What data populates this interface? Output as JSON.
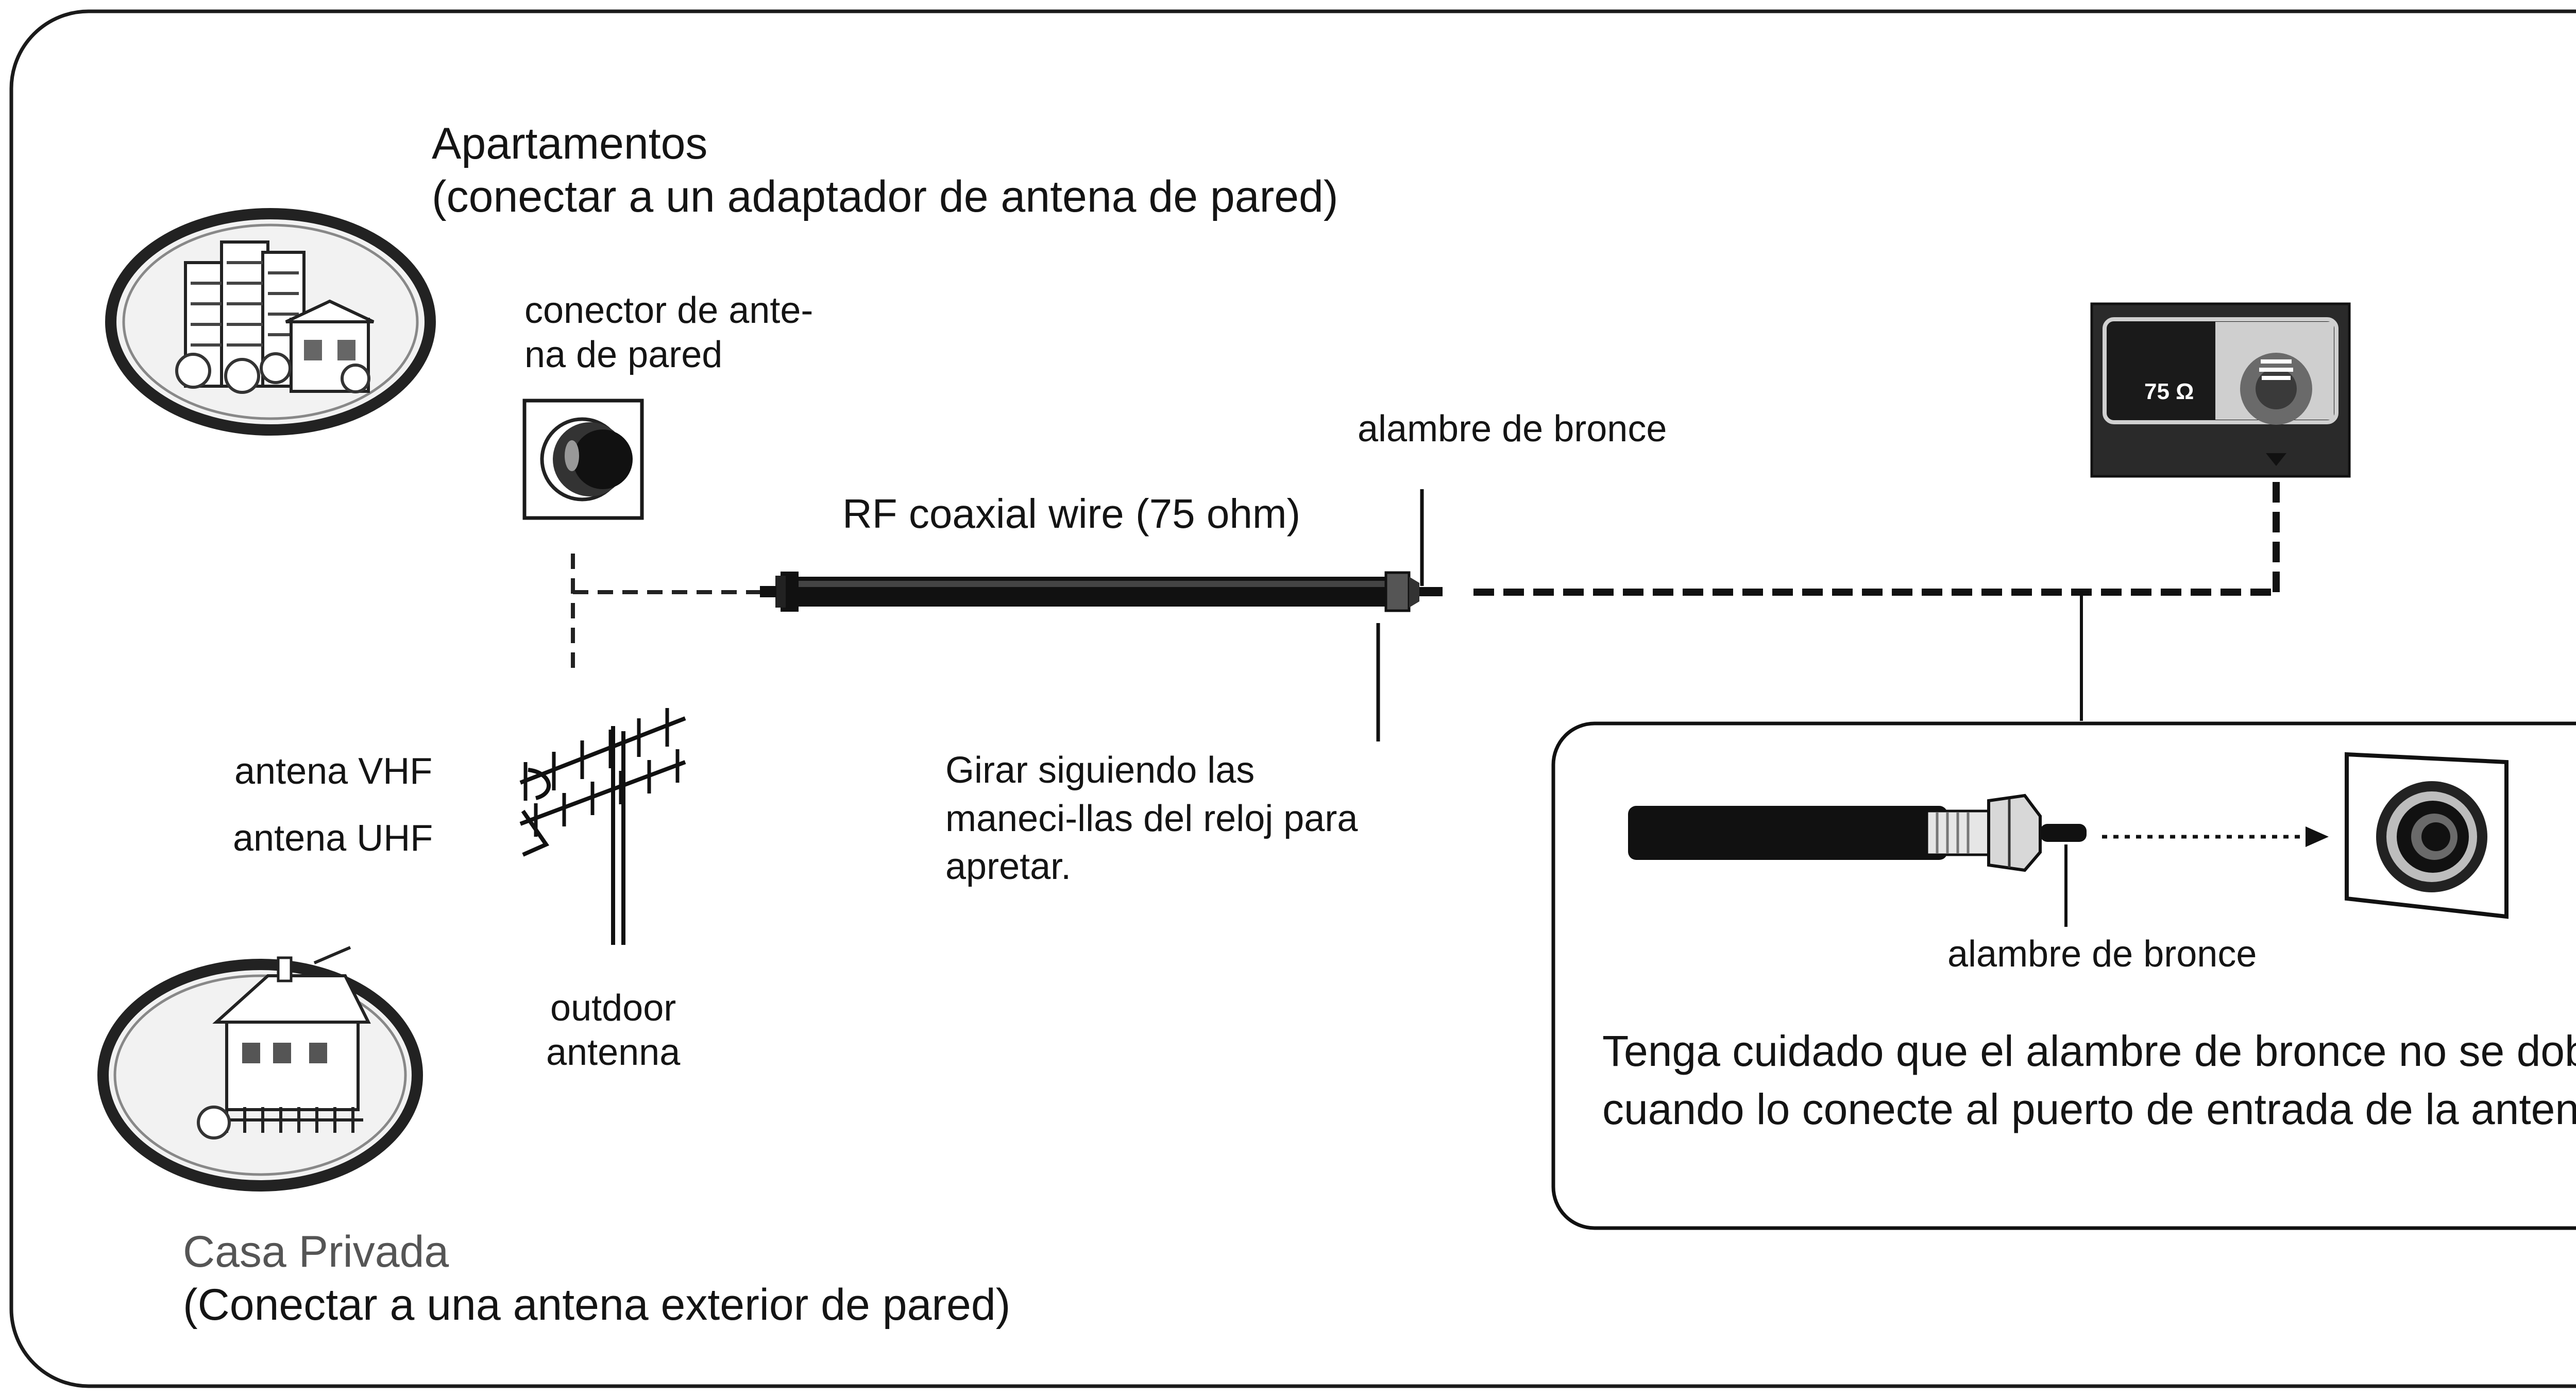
{
  "apartments": {
    "title": "Apartamentos",
    "subtitle": "(conectar a un adaptador de antena de pared)"
  },
  "wall_connector": {
    "line1": "conector de ante-",
    "line2": "na de pared"
  },
  "brass_wire_top": "alambre de bronce",
  "coax_label": "RF coaxial wire (75 ohm)",
  "antenna_vhf": "antena VHF",
  "antenna_uhf": "antena UHF",
  "outdoor_antenna": {
    "line1": "outdoor",
    "line2": "antenna"
  },
  "tighten": {
    "line1": "Girar siguiendo las",
    "line2": "maneci-llas del reloj para",
    "line3": "apretar."
  },
  "tv_panel_label": "75 Ω",
  "detail": {
    "brass_wire": "alambre de bronce",
    "note": "Tenga cuidado que el alambre de bronce no se doble cuando lo conecte al puerto de entrada de la antena."
  },
  "private_house": {
    "title": "Casa Privada",
    "subtitle": "(Conectar a una antena exterior de pared)"
  },
  "colors": {
    "ink": "#141414",
    "cable": "#0d0d0d",
    "panel": "#2a2a2a",
    "muted": "#555555"
  }
}
